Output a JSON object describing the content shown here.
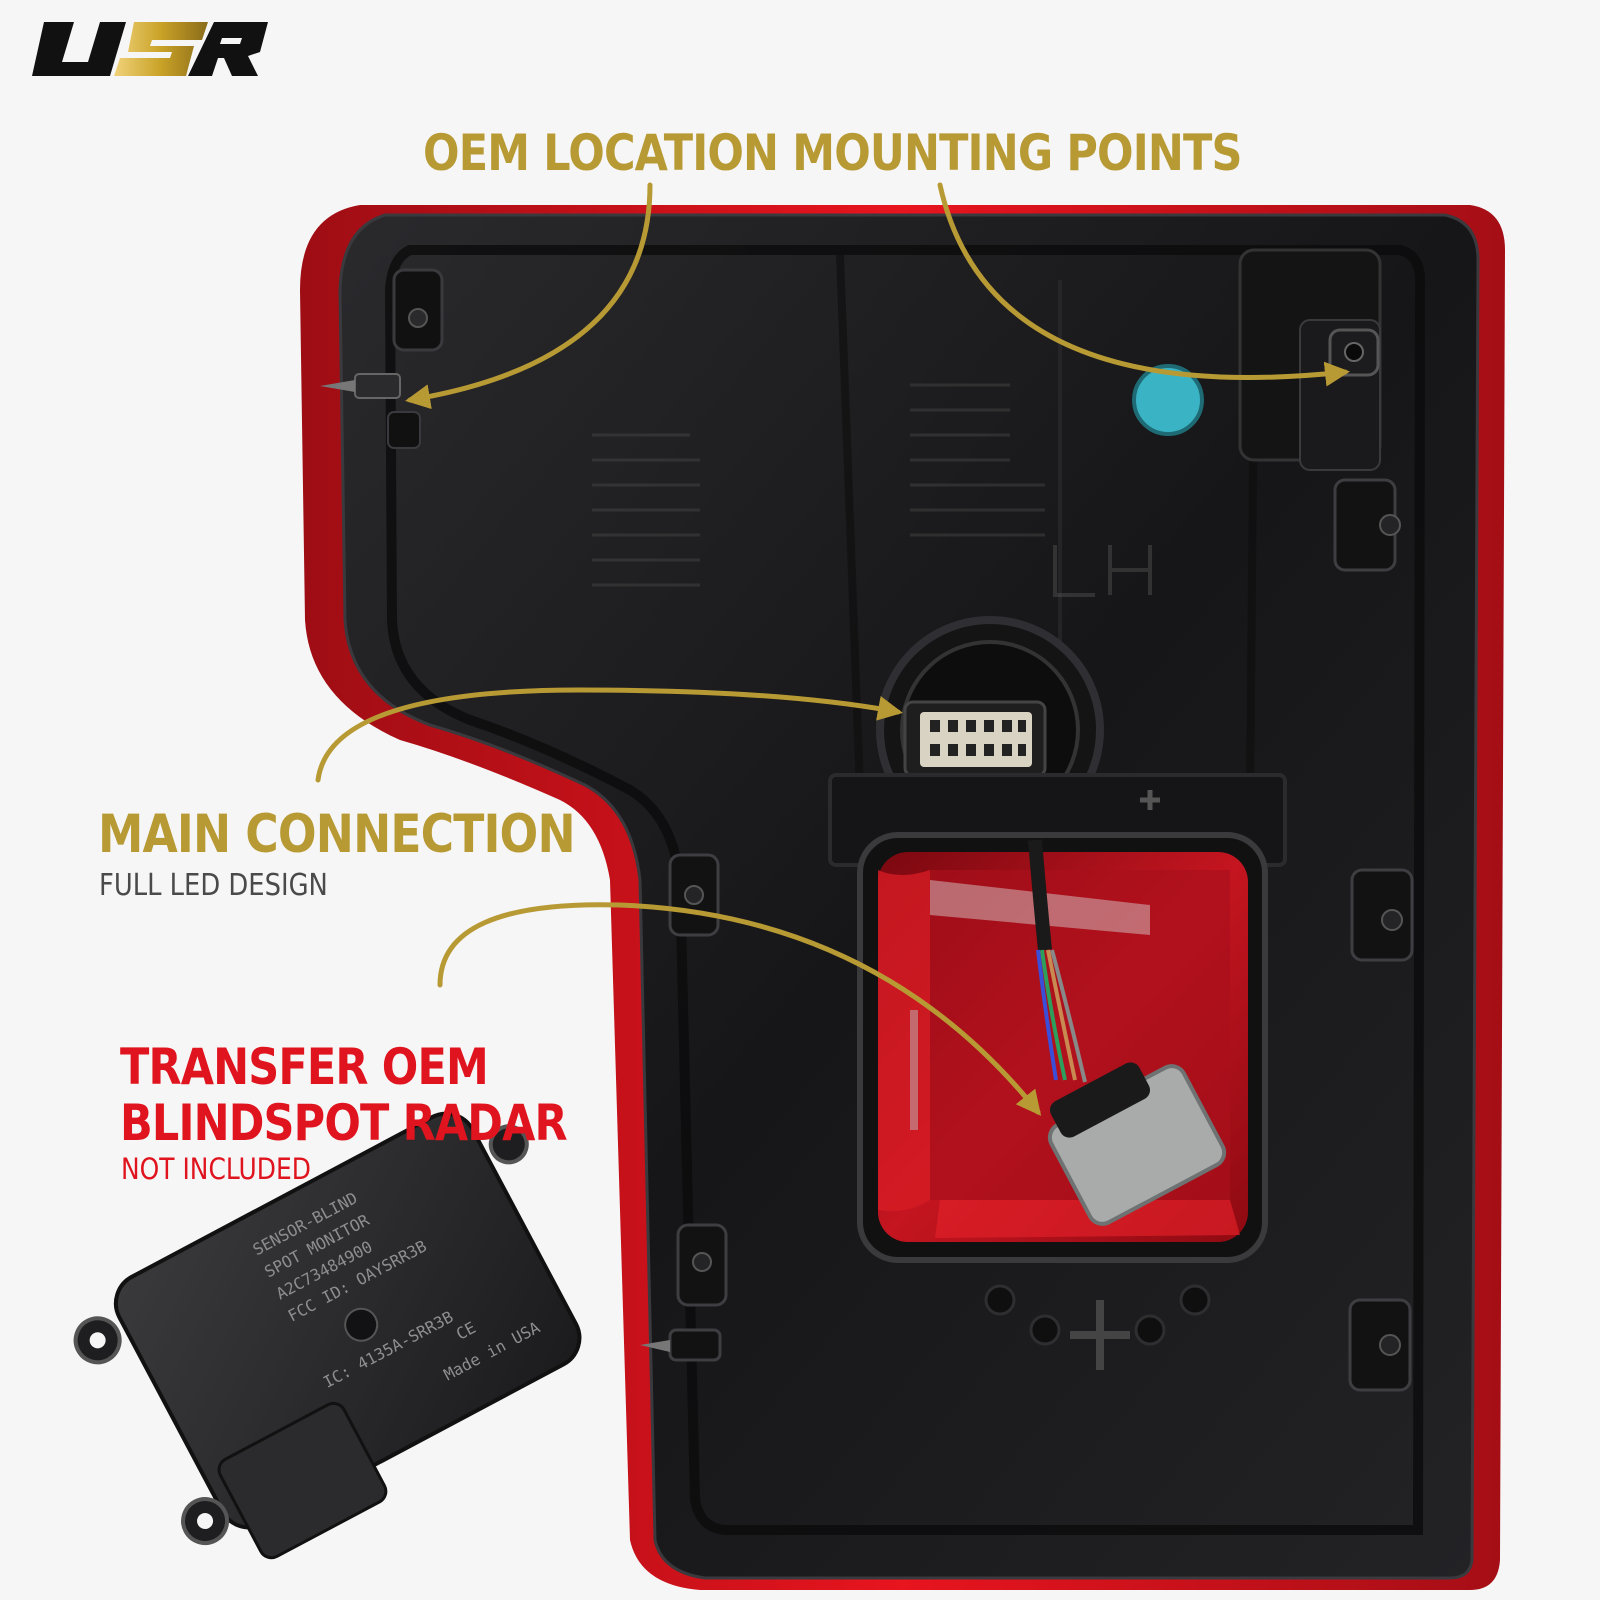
{
  "brand": {
    "logo_text": "USR",
    "gold": "#c9a227",
    "gold_dark": "#8a6b1a",
    "black": "#111111"
  },
  "colors": {
    "gold": "#b89a35",
    "red_text": "#e0141e",
    "dark_gray": "#4a4a4a",
    "housing": "#1c1c1e",
    "housing_edge": "#2e2e31",
    "lens_red": "#d6121b",
    "cavity_red": "#b3101a",
    "cap_cyan": "#3ab3c4",
    "connector_ivory": "#d8d3c2",
    "plug_gray": "#a9abab"
  },
  "callouts": {
    "mounting": {
      "title": "OEM LOCATION MOUNTING POINTS",
      "arrow_icon": "curved-arrow-icon"
    },
    "main": {
      "title": "MAIN CONNECTION",
      "subtitle": "FULL LED DESIGN",
      "arrow_icon": "curved-arrow-icon"
    },
    "radar": {
      "title_line1": "TRANSFER OEM",
      "title_line2": "BLINDSPOT RADAR",
      "subtitle": "NOT INCLUDED",
      "arrow_icon": "curved-arrow-icon"
    }
  },
  "housing_markings": {
    "lh_label": "LH",
    "radar_label_lines": [
      "SENSOR-BLIND",
      "SPOT MONITOR",
      "A2C73484900",
      "FCC ID: OAYSRR3B",
      "IC: 4135A-SRR3B",
      "CE",
      "Made in USA"
    ]
  }
}
